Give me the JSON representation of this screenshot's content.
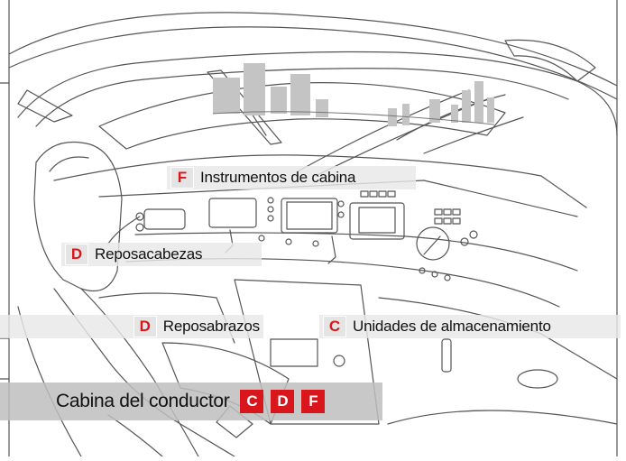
{
  "title": "Cabina del conductor",
  "title_badges": [
    "C",
    "D",
    "F"
  ],
  "callouts": [
    {
      "letter": "F",
      "label": "Instrumentos de cabina"
    },
    {
      "letter": "D",
      "label": "Reposacabezas"
    },
    {
      "letter": "D",
      "label": "Reposabrazos"
    },
    {
      "letter": "C",
      "label": "Unidades de almacenamiento"
    }
  ],
  "colors": {
    "accent": "#d9161c",
    "line": "#555555",
    "skyline": "#bdbdbd",
    "panel": "#e6e6e6"
  }
}
